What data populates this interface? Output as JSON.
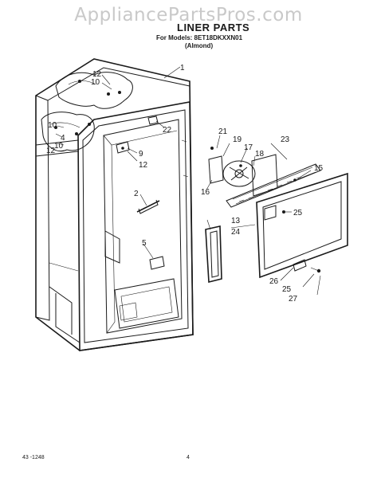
{
  "watermark": "AppliancePartsPros.com",
  "header": {
    "title": "LINER PARTS",
    "models": "For Models: 8ET18DKXXN01",
    "variant": "(Almond)"
  },
  "callouts": {
    "c1": "1",
    "c2": "2",
    "c4": "4",
    "c5": "5",
    "c9": "9",
    "c10a": "10",
    "c10b": "10",
    "c12a": "12",
    "c12b": "12",
    "c12c": "12",
    "c13": "13",
    "c15": "15",
    "c16": "16",
    "c17": "17",
    "c18": "18",
    "c19": "19",
    "c21": "21",
    "c22": "22",
    "c23": "23",
    "c24": "24",
    "c25a": "25",
    "c25b": "25",
    "c26": "26",
    "c27": "27"
  },
  "footer": {
    "code": "43 -1248",
    "page": "4"
  }
}
